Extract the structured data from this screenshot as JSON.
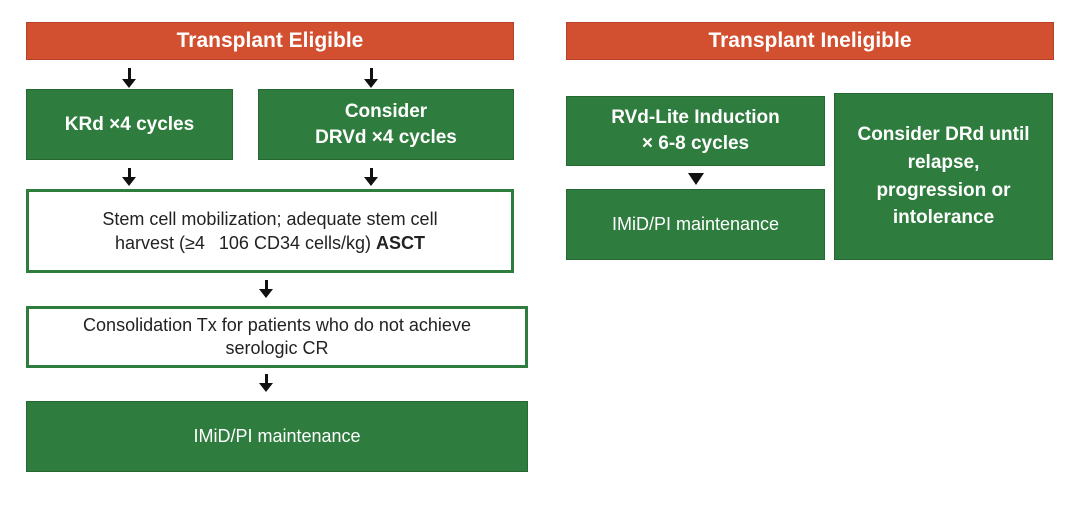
{
  "eligible": {
    "header": "Transplant Eligible",
    "krd": "KRd ×4 cycles",
    "drvd_line1": "Consider",
    "drvd_line2": "DRVd ×4 cycles",
    "stem_line1": "Stem cell mobilization; adequate stem cell",
    "stem_line2": "harvest (≥4  106 CD34 cells/kg)",
    "stem_bold": "ASCT",
    "consolidation_line1": "Consolidation Tx for patients who do not achieve",
    "consolidation_line2": "serologic CR",
    "maintenance": "IMiD/PI maintenance"
  },
  "ineligible": {
    "header": "Transplant Ineligible",
    "rvd_line1": "RVd-Lite Induction",
    "rvd_line2": "× 6-8 cycles",
    "maintenance": "IMiD/PI maintenance",
    "drd_line1": "Consider DRd until",
    "drd_line2": "relapse,",
    "drd_line3": "progression or",
    "drd_line4": "intolerance"
  },
  "colors": {
    "header_orange": "#d2502f",
    "box_green": "#2f7d3e",
    "arrow_black": "#111111"
  }
}
